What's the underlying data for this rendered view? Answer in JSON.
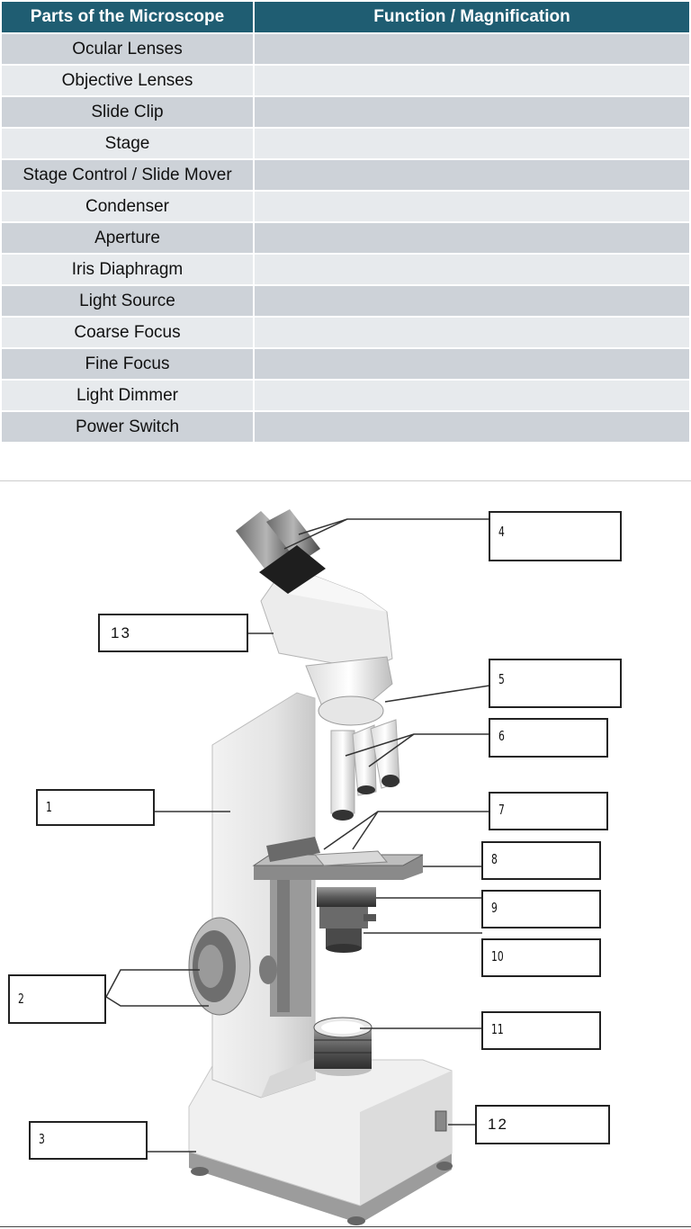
{
  "table": {
    "headers": [
      "Parts of the Microscope",
      "Function / Magnification"
    ],
    "rows": [
      {
        "part": "Ocular Lenses",
        "function": ""
      },
      {
        "part": "Objective Lenses",
        "function": ""
      },
      {
        "part": "Slide Clip",
        "function": ""
      },
      {
        "part": "Stage",
        "function": ""
      },
      {
        "part": "Stage Control / Slide Mover",
        "function": ""
      },
      {
        "part": "Condenser",
        "function": ""
      },
      {
        "part": "Aperture",
        "function": ""
      },
      {
        "part": "Iris Diaphragm",
        "function": ""
      },
      {
        "part": "Light Source",
        "function": ""
      },
      {
        "part": "Coarse Focus",
        "function": ""
      },
      {
        "part": "Fine Focus",
        "function": ""
      },
      {
        "part": "Light Dimmer",
        "function": ""
      },
      {
        "part": "Power Switch",
        "function": ""
      }
    ]
  },
  "diagram": {
    "labels": [
      "1",
      "2",
      "3",
      "4",
      "5",
      "6",
      "7",
      "8",
      "9",
      "10",
      "11",
      "12",
      "13"
    ]
  },
  "colors": {
    "header_bg": "#1f5d72",
    "row_dark": "#cdd2d8",
    "row_light": "#e7eaed"
  }
}
